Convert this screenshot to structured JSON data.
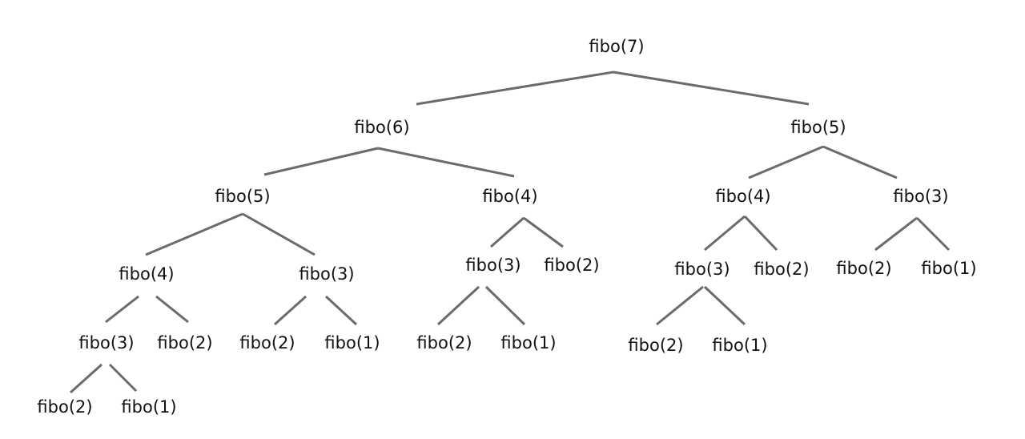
{
  "tree": {
    "nodes": [
      {
        "id": "n0",
        "label": "fibo(7)"
      },
      {
        "id": "n1",
        "label": "fibo(6)"
      },
      {
        "id": "n2",
        "label": "fibo(5)"
      },
      {
        "id": "n3",
        "label": "fibo(5)"
      },
      {
        "id": "n4",
        "label": "fibo(4)"
      },
      {
        "id": "n5",
        "label": "fibo(4)"
      },
      {
        "id": "n6",
        "label": "fibo(3)"
      },
      {
        "id": "n7",
        "label": "fibo(4)"
      },
      {
        "id": "n8",
        "label": "fibo(3)"
      },
      {
        "id": "n9",
        "label": "fibo(3)"
      },
      {
        "id": "n10",
        "label": "fibo(2)"
      },
      {
        "id": "n11",
        "label": "fibo(3)"
      },
      {
        "id": "n12",
        "label": "fibo(2)"
      },
      {
        "id": "n13",
        "label": "fibo(2)"
      },
      {
        "id": "n14",
        "label": "fibo(1)"
      },
      {
        "id": "n15",
        "label": "fibo(3)"
      },
      {
        "id": "n16",
        "label": "fibo(2)"
      },
      {
        "id": "n17",
        "label": "fibo(2)"
      },
      {
        "id": "n18",
        "label": "fibo(1)"
      },
      {
        "id": "n19",
        "label": "fibo(2)"
      },
      {
        "id": "n20",
        "label": "fibo(1)"
      },
      {
        "id": "n21",
        "label": "fibo(2)"
      },
      {
        "id": "n22",
        "label": "fibo(1)"
      },
      {
        "id": "n23",
        "label": "fibo(2)"
      },
      {
        "id": "n24",
        "label": "fibo(1)"
      }
    ],
    "edges": [
      [
        "n0",
        "n1"
      ],
      [
        "n0",
        "n2"
      ],
      [
        "n1",
        "n3"
      ],
      [
        "n1",
        "n4"
      ],
      [
        "n2",
        "n5"
      ],
      [
        "n2",
        "n6"
      ],
      [
        "n3",
        "n7"
      ],
      [
        "n3",
        "n8"
      ],
      [
        "n4",
        "n9"
      ],
      [
        "n4",
        "n10"
      ],
      [
        "n5",
        "n11"
      ],
      [
        "n5",
        "n12"
      ],
      [
        "n6",
        "n13"
      ],
      [
        "n6",
        "n14"
      ],
      [
        "n7",
        "n15"
      ],
      [
        "n7",
        "n16"
      ],
      [
        "n8",
        "n17"
      ],
      [
        "n8",
        "n18"
      ],
      [
        "n9",
        "n19"
      ],
      [
        "n9",
        "n20"
      ],
      [
        "n11",
        "n21"
      ],
      [
        "n11",
        "n22"
      ],
      [
        "n15",
        "n23"
      ],
      [
        "n15",
        "n24"
      ]
    ]
  }
}
